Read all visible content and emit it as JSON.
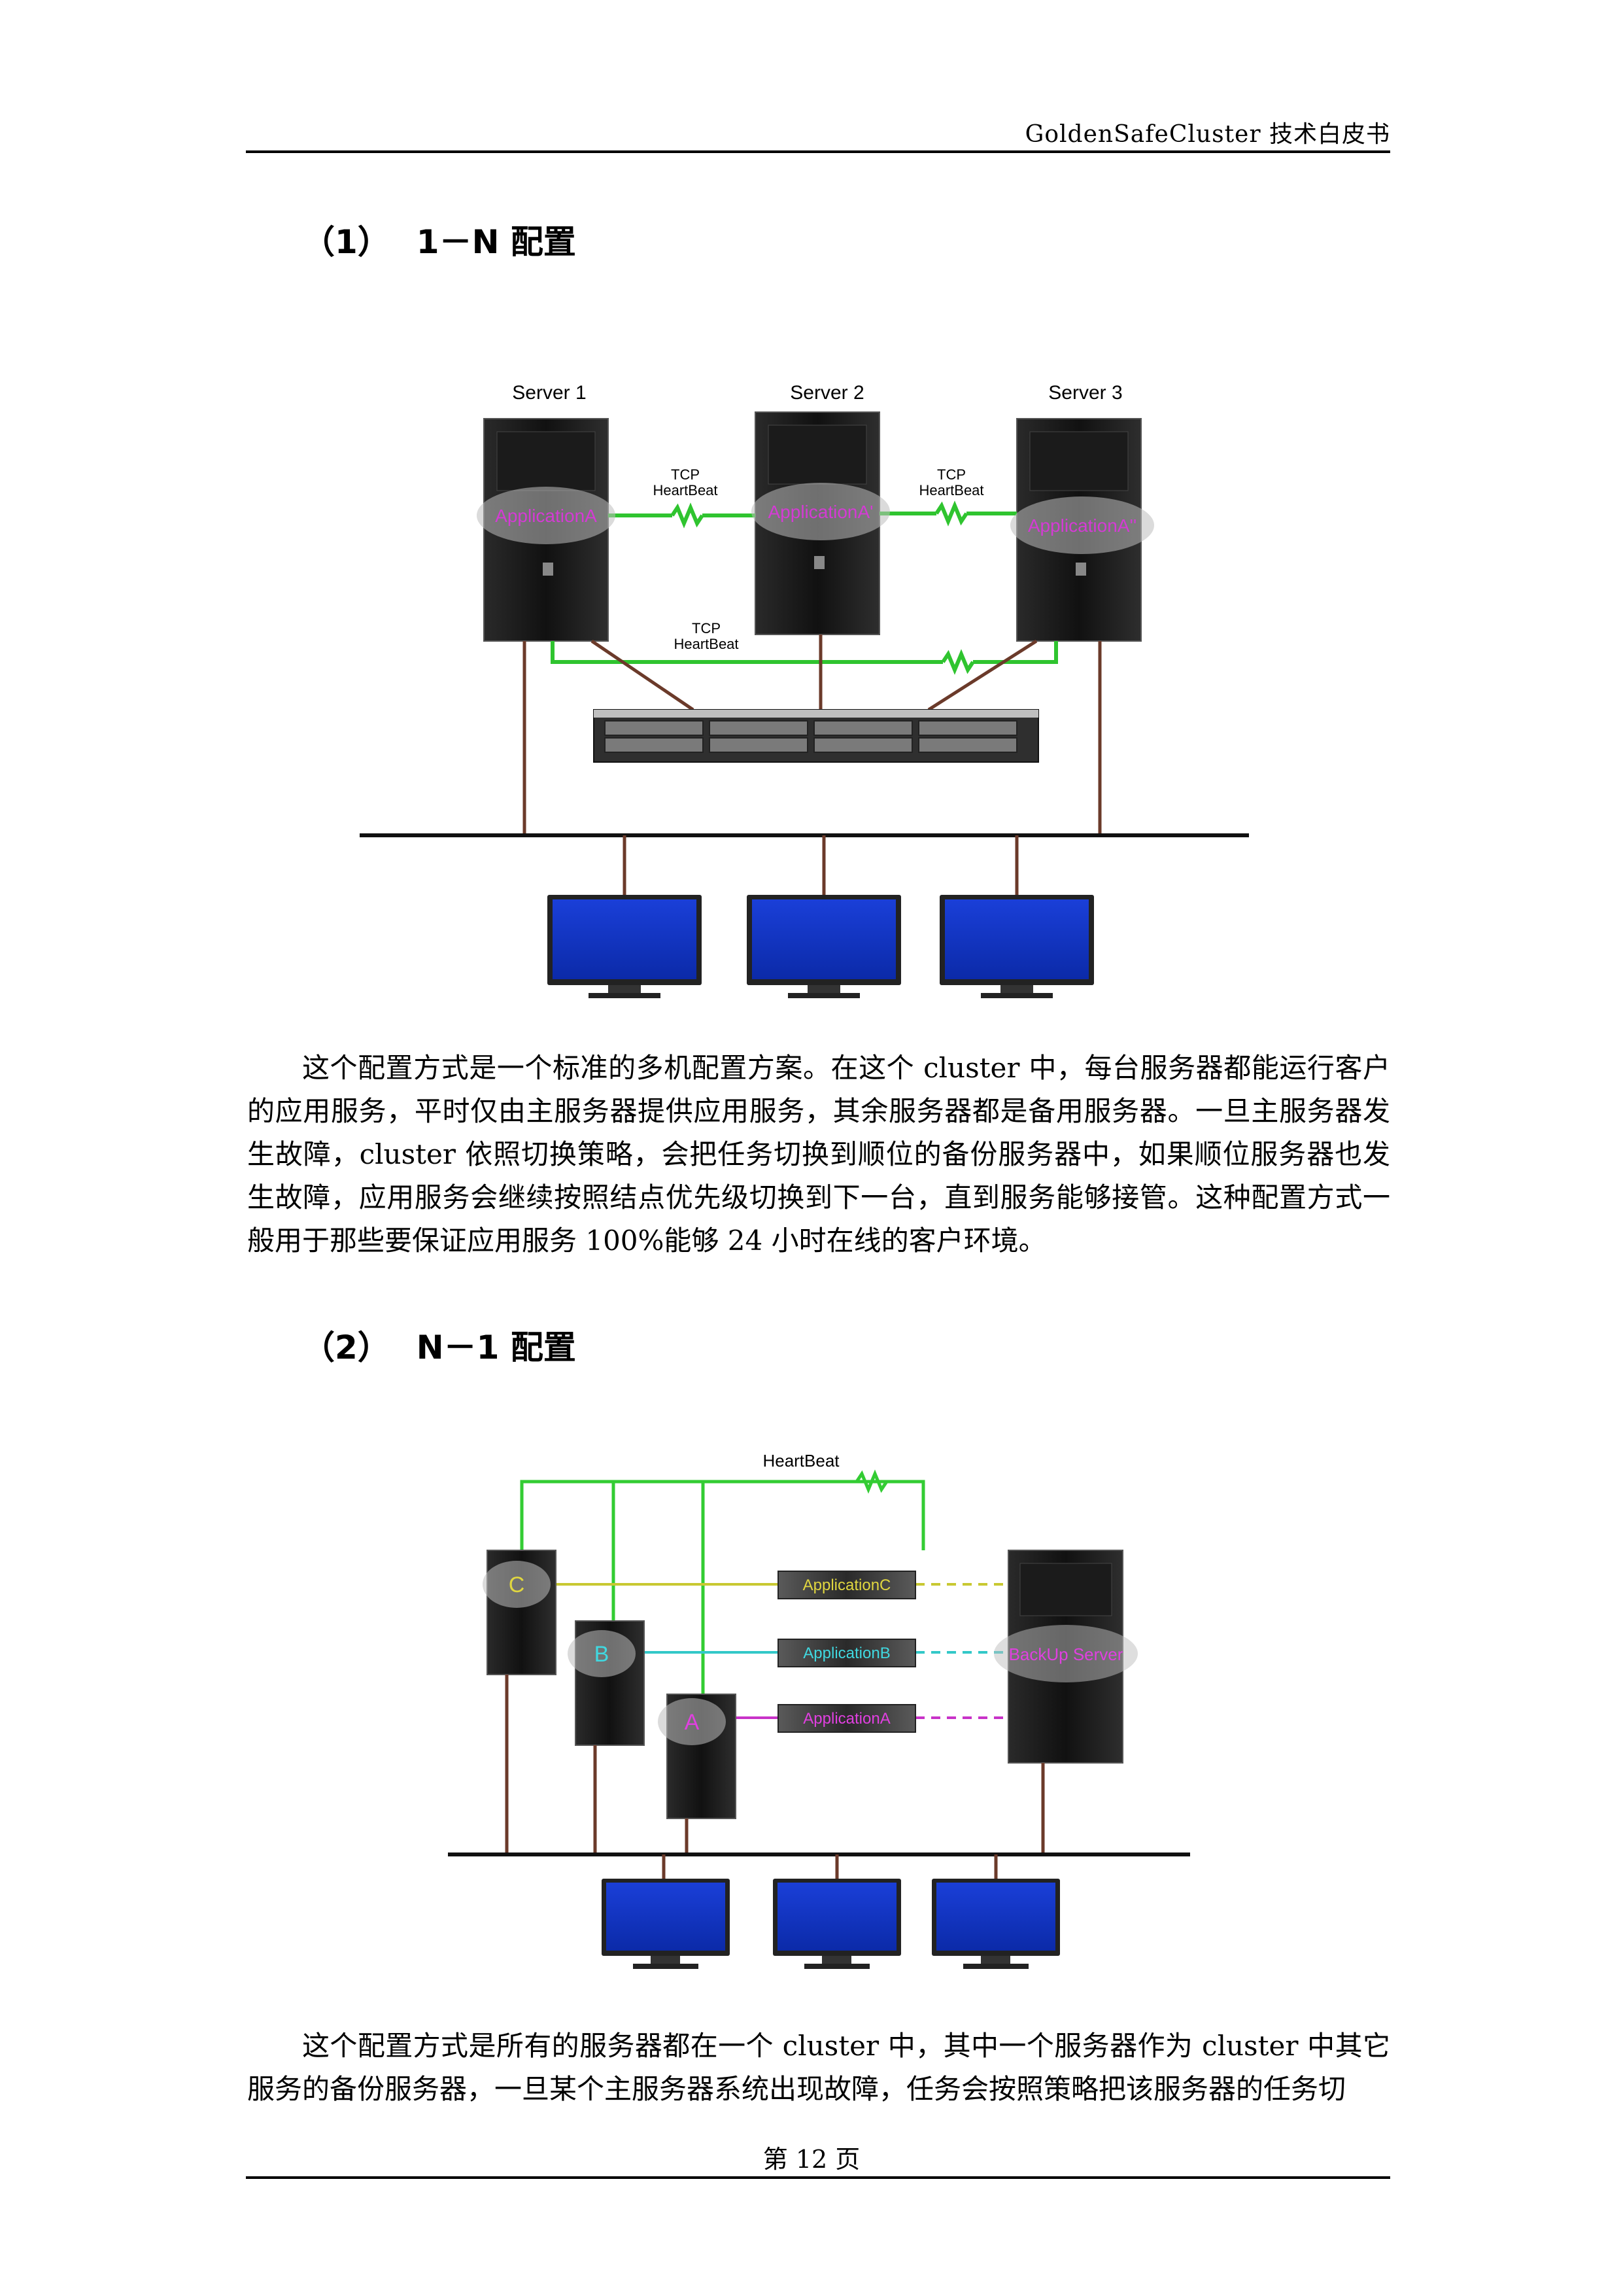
{
  "header": {
    "title": "GoldenSafeCluster 技术白皮书"
  },
  "section1": {
    "number": "（1）",
    "title": "1－N 配置",
    "diagram": {
      "servers": [
        "Server 1",
        "Server 2",
        "Server 3"
      ],
      "apps": [
        "ApplicationA",
        "ApplicationA'",
        "ApplicationA''"
      ],
      "heartbeat_top_left": [
        "TCP",
        "HeartBeat"
      ],
      "heartbeat_top_right": [
        "TCP",
        "HeartBeat"
      ],
      "heartbeat_bottom": [
        "TCP",
        "HeartBeat"
      ]
    },
    "paragraph": "这个配置方式是一个标准的多机配置方案。在这个 cluster 中，每台服务器都能运行客户的应用服务，平时仅由主服务器提供应用服务，其余服务器都是备用服务器。一旦主服务器发生故障，cluster 依照切换策略，会把任务切换到顺位的备份服务器中，如果顺位服务器也发生故障，应用服务会继续按照结点优先级切换到下一台，直到服务能够接管。这种配置方式一般用于那些要保证应用服务 100%能够 24 小时在线的客户环境。"
  },
  "section2": {
    "number": "（2）",
    "title": "N－1 配置",
    "diagram": {
      "heartbeat": "HeartBeat",
      "nodes": [
        "C",
        "B",
        "A"
      ],
      "apps": [
        "ApplicationC",
        "ApplicationB",
        "ApplicationA"
      ],
      "backup": "BackUp Server",
      "colors": {
        "heartbeat": "#33cc33",
        "C": "#c8c832",
        "B": "#33c8c8",
        "A": "#c832c8",
        "wire": "#6b3a2a"
      }
    },
    "paragraph": "这个配置方式是所有的服务器都在一个 cluster 中，其中一个服务器作为 cluster 中其它服务的备份服务器，一旦某个主服务器系统出现故障，任务会按照策略把该服务器的任务切"
  },
  "footer": {
    "page": "第 12 页"
  }
}
